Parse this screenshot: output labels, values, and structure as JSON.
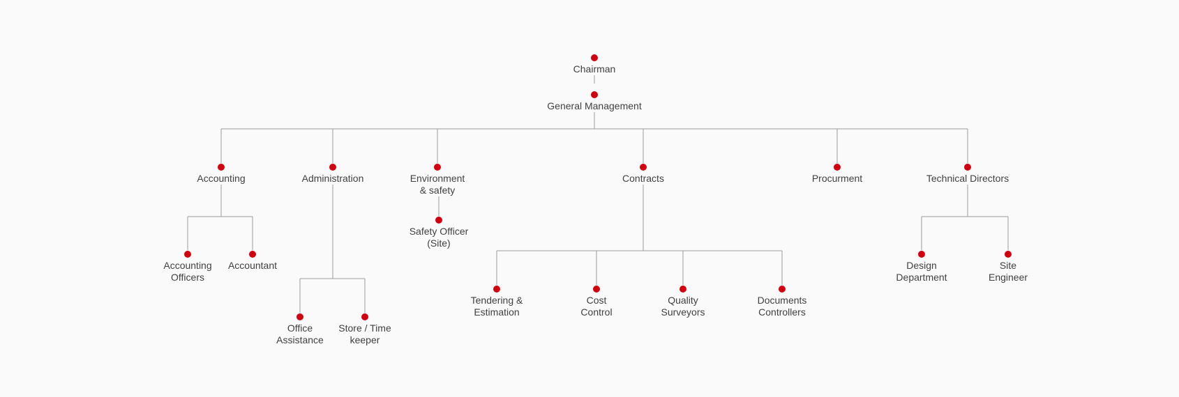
{
  "org_chart": {
    "node_color": "#d2000f",
    "line_color": "#9a9a9a",
    "text_color": "#3f3f3f",
    "nodes": {
      "chairman": "Chairman",
      "general_management": "General Management",
      "accounting": "Accounting",
      "administration": "Administration",
      "environment_safety": "Environment\n& safety",
      "contracts": "Contracts",
      "procurment": "Procurment",
      "technical_directors": "Technical Directors",
      "accounting_officers": "Accounting\nOfficers",
      "accountant": "Accountant",
      "safety_officer": "Safety Officer\n(Site)",
      "office_assistance": "Office\nAssistance",
      "store_time_keeper": "Store / Time\nkeeper",
      "tendering_estimation": "Tendering &\nEstimation",
      "cost_control": "Cost\nControl",
      "quality_surveyors": "Quality\nSurveyors",
      "documents_controllers": "Documents\nControllers",
      "design_department": "Design\nDepartment",
      "site_engineer": "Site\nEngineer"
    }
  }
}
